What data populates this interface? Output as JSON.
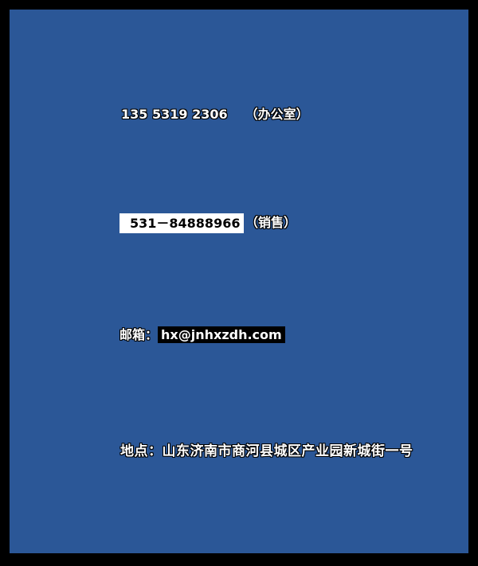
{
  "colors": {
    "slide_background": "#2B5797",
    "frame_border": "#000000",
    "text_primary": "#FFFFFF",
    "highlight_box_white": "#FFFFFF",
    "highlight_box_black": "#000000"
  },
  "contact": {
    "office_phone": {
      "number": "135 5319 2306",
      "label": "（办公室）"
    },
    "sales_phone": {
      "number": "531－84888966",
      "label": "（销售）"
    },
    "email": {
      "prefix": "邮箱：",
      "address": "hx@jnhxzdh.com"
    },
    "address": {
      "text": "地点：山东济南市商河县城区产业园新城街一号"
    }
  }
}
